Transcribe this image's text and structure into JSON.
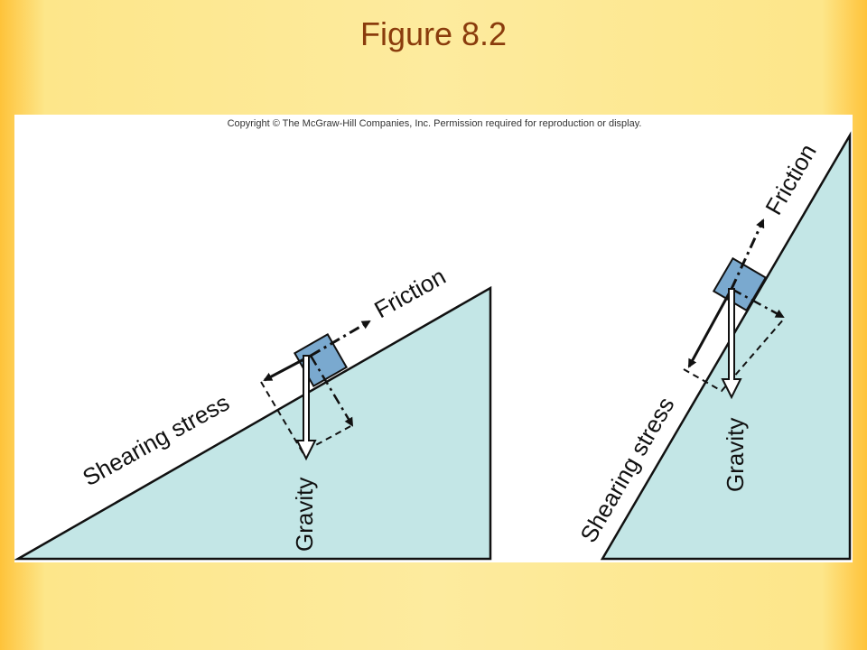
{
  "slide": {
    "title": "Figure 8.2"
  },
  "figure": {
    "copyright": "Copyright © The McGraw-Hill Companies, Inc. Permission required for reproduction or display."
  },
  "left_panel": {
    "friction_label": "Friction",
    "shearing_label": "Shearing stress",
    "gravity_label": "Gravity"
  },
  "right_panel": {
    "friction_label": "Friction",
    "shearing_label": "Shearing stress",
    "gravity_label": "Gravity"
  },
  "colors": {
    "slope_fill": "#c3e6e6",
    "block_fill": "#7aa9cf",
    "title_color": "#8a3c0c"
  }
}
